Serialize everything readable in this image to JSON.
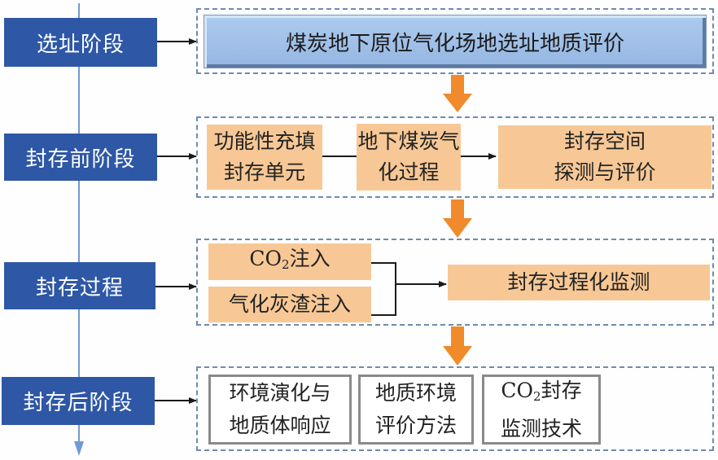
{
  "stages": [
    {
      "label": "选址阶段"
    },
    {
      "label": "封存前阶段"
    },
    {
      "label": "封存过程"
    },
    {
      "label": "封存后阶段"
    }
  ],
  "site_selection": {
    "label": "煤炭地下原位气化场地选址地质评价"
  },
  "pre_storage": {
    "boxes": [
      {
        "line1": "功能性充填",
        "line2": "封存单元"
      },
      {
        "line1": "地下煤炭气",
        "line2": "化过程"
      },
      {
        "line1": "封存空间",
        "line2": "探测与评价"
      }
    ]
  },
  "storage_process": {
    "inputs": [
      {
        "prefix": "CO",
        "sub": "2",
        "suffix": "注入"
      },
      {
        "label": "气化灰渣注入"
      }
    ],
    "output": {
      "label": "封存过程化监测"
    }
  },
  "post_storage": {
    "boxes": [
      {
        "line1": "环境演化与",
        "line2": "地质体响应"
      },
      {
        "line1": "地质环境",
        "line2": "评价方法"
      },
      {
        "line1_prefix": "CO",
        "line1_sub": "2",
        "line1_suffix": "封存",
        "line2": "监测技术"
      }
    ]
  },
  "colors": {
    "stage_bg": "#2e57a6",
    "orange_box": "#f7c896",
    "orange_arrow": "#f08a2b",
    "timeline": "#6f9bd4",
    "dash_border": "#6f8bb0"
  }
}
